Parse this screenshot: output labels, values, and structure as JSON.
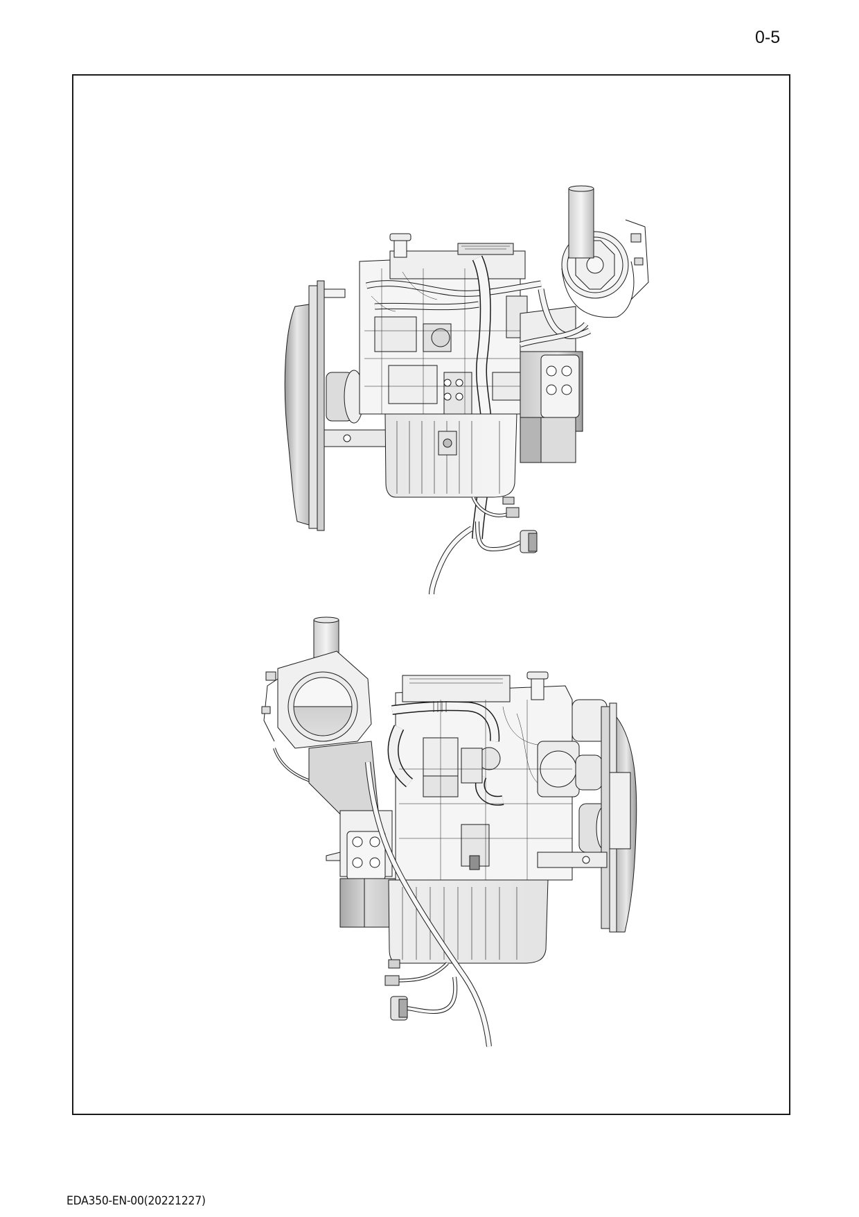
{
  "page": {
    "page_number": "0-5",
    "footer_code": "EDA350-EN-00(20221227)"
  },
  "figures": [
    {
      "id": "engine-view-1",
      "description": "Engine assembly side view (fan on left, exhaust stack and DPF on right)",
      "icon": "engine-drawing-icon"
    },
    {
      "id": "engine-view-2",
      "description": "Engine assembly opposite side view (exhaust stack and DPF on left, fan on right)",
      "icon": "engine-drawing-icon"
    }
  ],
  "colors": {
    "line": "#1a1a1a",
    "fill_light": "#f2f2f2",
    "fill_mid": "#d6d6d6",
    "fill_dark": "#a8a8a8",
    "frame": "#1a1a1a"
  }
}
